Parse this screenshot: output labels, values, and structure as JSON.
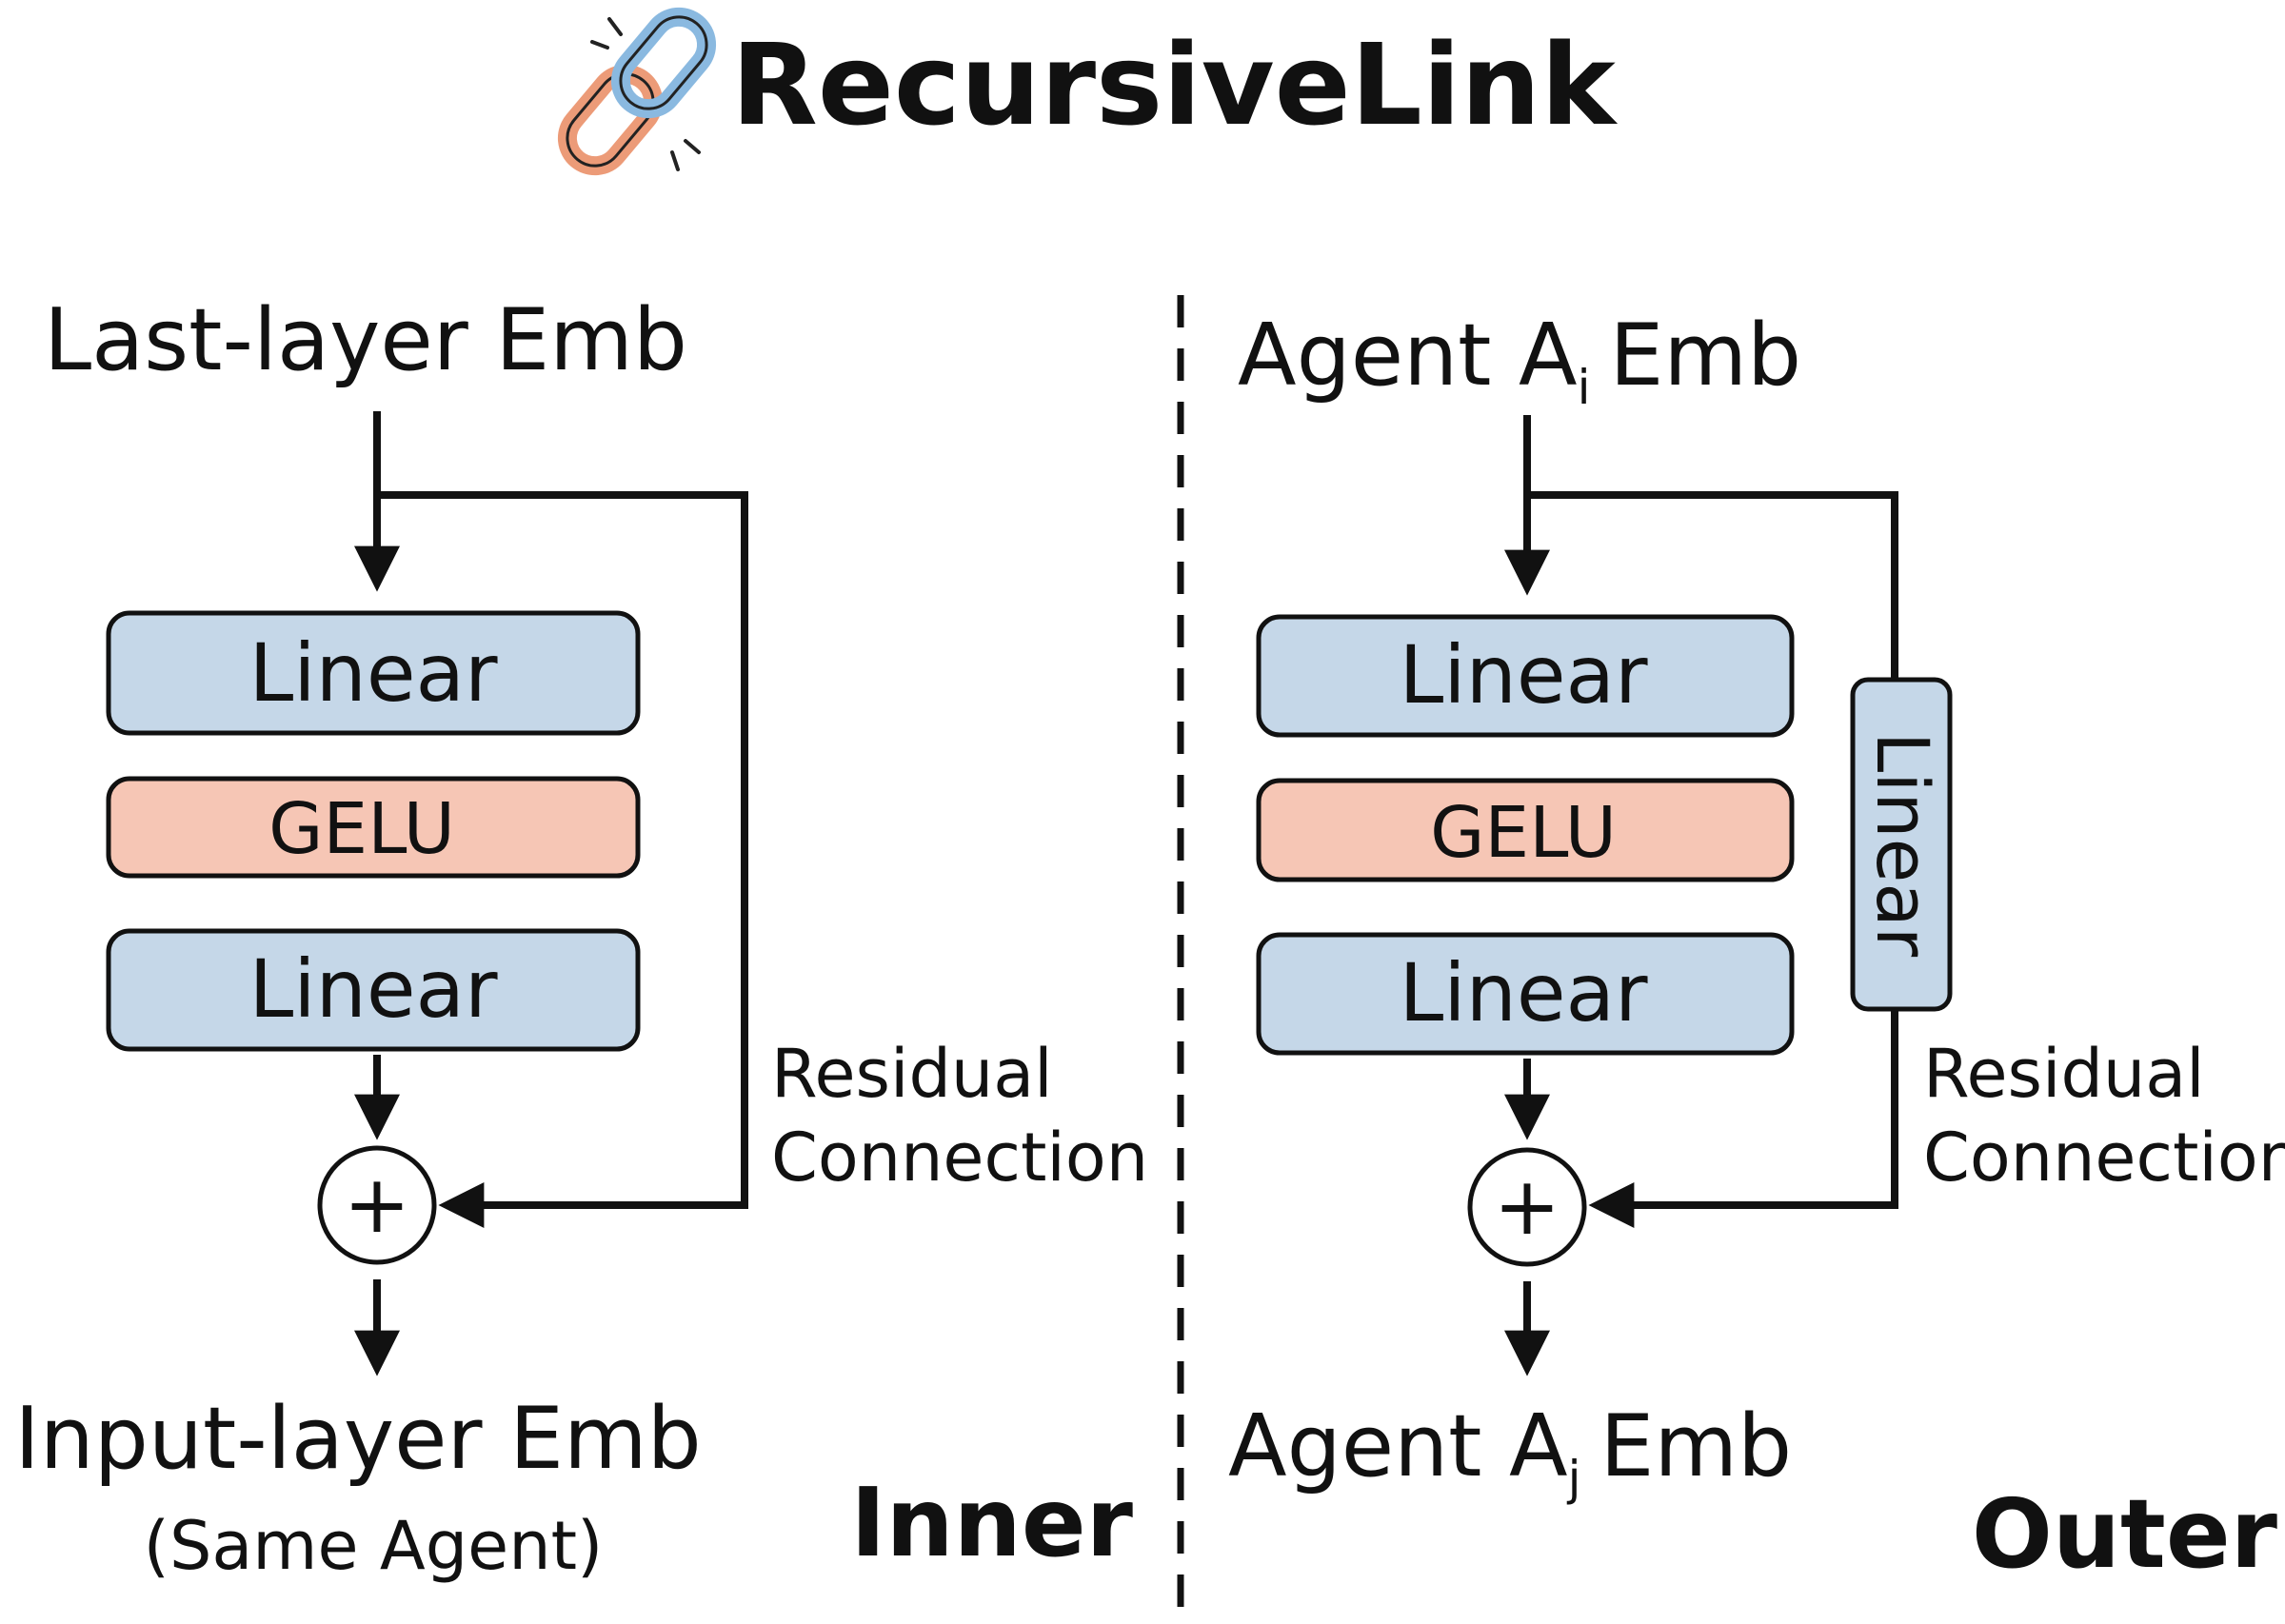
{
  "title": "RecursiveLink",
  "colors": {
    "linear_fill": "#c5d7e8",
    "gelu_fill": "#f6c6b5",
    "stroke": "#111111",
    "icon_blue": "#8ab9e0",
    "icon_orange": "#ec9b78"
  },
  "inner": {
    "input_label": "Last-layer Emb",
    "block1": "Linear",
    "block2": "GELU",
    "block3": "Linear",
    "residual_line1": "Residual",
    "residual_line2": "Connection",
    "output_label": "Input-layer Emb",
    "output_sub": "(Same Agent)",
    "panel_label": "Inner"
  },
  "outer": {
    "input_prefix": "Agent A",
    "input_sub": "i",
    "input_suffix": "Emb",
    "block1": "Linear",
    "block2": "GELU",
    "block3": "Linear",
    "side_block": "Linear",
    "residual_line1": "Residual",
    "residual_line2": "Connection",
    "output_prefix": "Agent A",
    "output_sub": "j",
    "output_suffix": "Emb",
    "panel_label": "Outer"
  },
  "plus_symbol": "+"
}
